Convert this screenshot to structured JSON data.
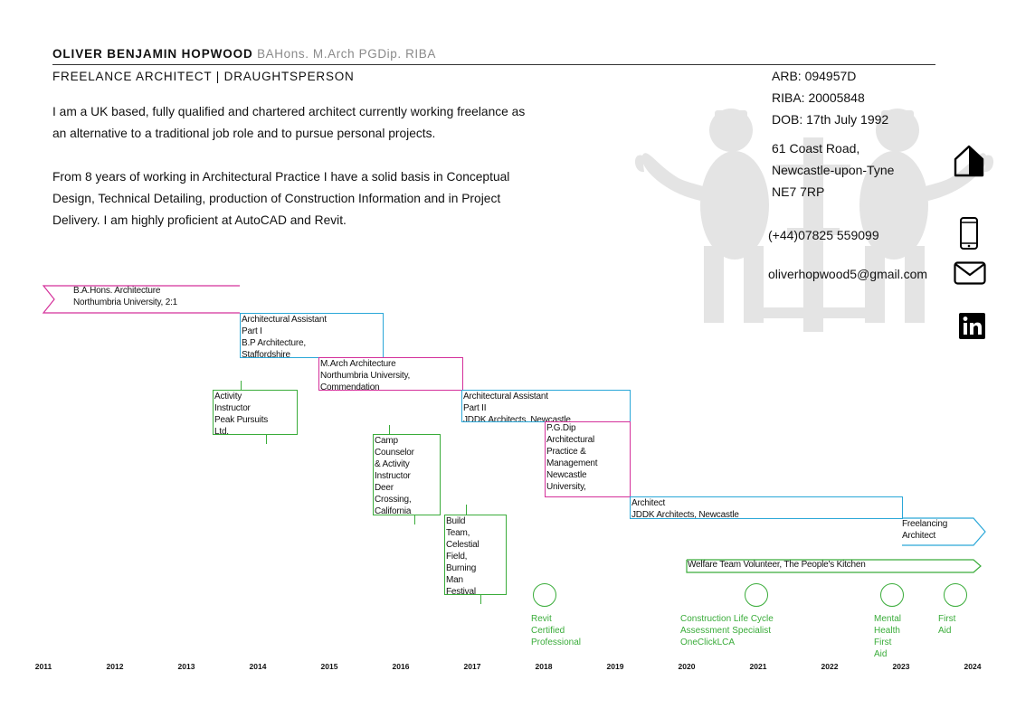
{
  "header": {
    "name": "OLIVER BENJAMIN HOPWOOD",
    "credentials": "BAHons. M.Arch PGDip. RIBA",
    "role": "FREELANCE ARCHITECT | DRAUGHTSPERSON"
  },
  "bio": {
    "p1": "I am a UK based, fully qualified and chartered architect currently working freelance as an alternative to a traditional job role and to pursue personal projects.",
    "p2": "From 8 years of working in Architectural Practice I have a solid basis in Conceptual Design, Technical Detailing, production of Construction Information and in Project Delivery. I am highly proficient at AutoCAD and Revit."
  },
  "contact": {
    "arb": "ARB: 094957D",
    "riba": "RIBA: 20005848",
    "dob": "DOB: 17th July 1992",
    "address1": "61 Coast Road,",
    "address2": "Newcastle-upon-Tyne",
    "address3": "NE7 7RP",
    "phone": "(+44)07825 559099",
    "email": "oliverhopwood5@gmail.com"
  },
  "icons": [
    "house-icon",
    "phone-icon",
    "mail-icon",
    "linkedin-icon"
  ],
  "colors": {
    "education": "#d4309a",
    "work": "#2aa7d8",
    "volunteer": "#3aac3a"
  },
  "timeline": {
    "ba": "B.A.Hons. Architecture\nNorthumbria University, 2:1",
    "asst1": "Architectural Assistant\nPart I\nB.P Architecture,\nStaffordshire",
    "march": "M.Arch Architecture\nNorthumbria University,\nCommendation",
    "asst2": "Architectural Assistant\nPart II\nJDDK Architects, Newcastle",
    "pgdip": "P.G.Dip\nArchitectural\nPractice &\nManagement\nNewcastle\nUniversity,",
    "architect": "Architect\nJDDK Architects, Newcastle",
    "freelance": "Freelancing\nArchitect",
    "welfare": "Welfare Team Volunteer, The People's Kitchen",
    "activity": "Activity\nInstructor\nPeak Pursuits\nLtd.",
    "camp": "Camp\nCounselor\n& Activity\nInstructor\nDeer\nCrossing,\nCalifornia",
    "build": "Build\nTeam,\nCelestial\nField,\nBurning\nMan\nFestival"
  },
  "certs": {
    "revit": "Revit\nCertified\nProfessional",
    "clca": "Construction Life Cycle\nAssessment Specialist\nOneClickLCA",
    "mental": "Mental\nHealth\nFirst\nAid",
    "firstaid": "First\nAid"
  },
  "years": [
    "2011",
    "2012",
    "2013",
    "2014",
    "2015",
    "2016",
    "2017",
    "2018",
    "2019",
    "2020",
    "2021",
    "2022",
    "2023",
    "2024"
  ]
}
